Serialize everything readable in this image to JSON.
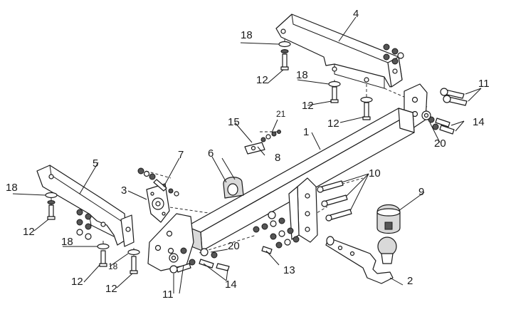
{
  "labels": {
    "l1": "1",
    "l2": "2",
    "l3": "3",
    "l4": "4",
    "l5": "5",
    "l6": "6",
    "l7": "7",
    "l8": "8",
    "l9": "9",
    "l10": "10",
    "l11a": "11",
    "l11b": "11",
    "l12a": "12",
    "l12b": "12",
    "l12c": "12",
    "l12d": "12",
    "l12e": "12",
    "l12f": "12",
    "l13": "13",
    "l14a": "14",
    "l14b": "14",
    "l15": "15",
    "l18a": "18",
    "l18b": "18",
    "l18c": "18",
    "l18d": "18",
    "l18e": "18",
    "l20a": "20",
    "l20b": "20",
    "l21": "21"
  }
}
